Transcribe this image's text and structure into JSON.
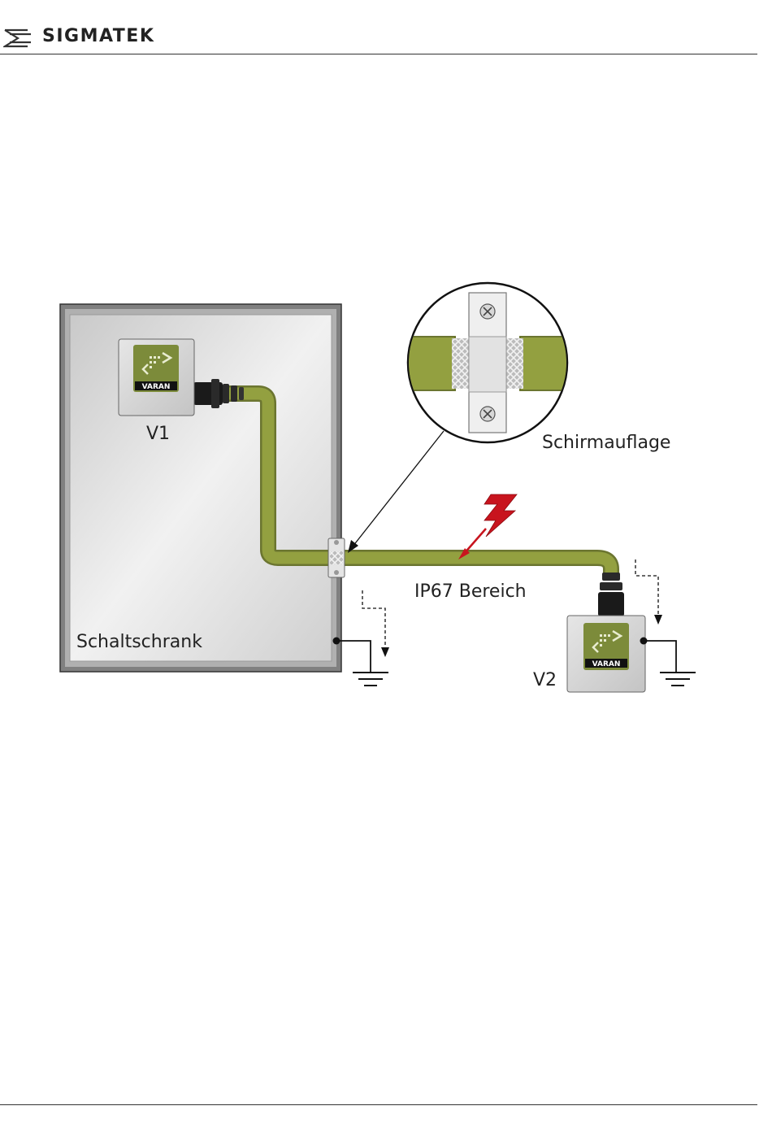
{
  "header": {
    "brand": "SIGMATEK",
    "logo_icon": "sigmatek-logo-icon"
  },
  "diagram": {
    "cabinet_label": "Schaltschrank",
    "device_v1_label": "V1",
    "device_v2_label": "V2",
    "device_badge": "VARAN",
    "zoom_label": "Schirmauflage",
    "ip67_label": "IP67 Bereich",
    "colors": {
      "cable": "#8f9a3c",
      "cable_shadow": "#6b7530",
      "cabinet_frame": "#7a7a7a",
      "cabinet_fill": "#d9d9d9",
      "device_fill": "#cfcfcf",
      "varan_green": "#7c8b3a",
      "lightning": "#c8141e"
    }
  }
}
